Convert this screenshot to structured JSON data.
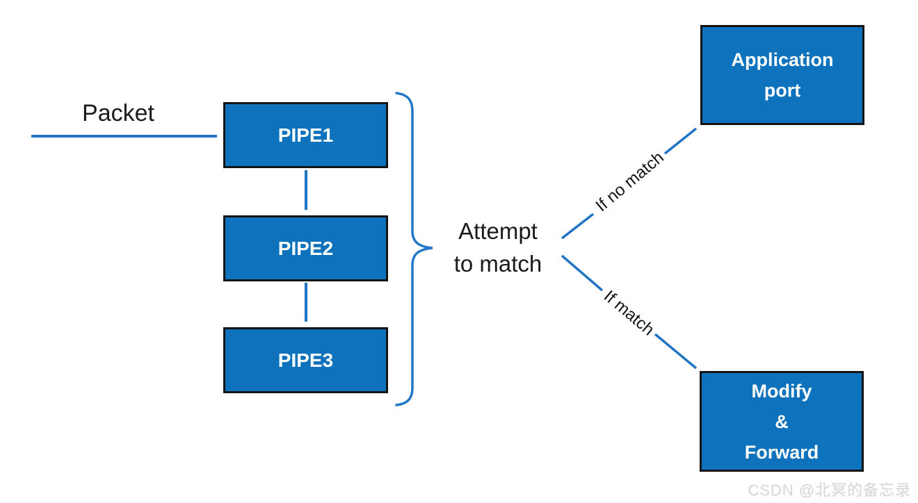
{
  "labels": {
    "packet": "Packet",
    "attempt_line1": "Attempt",
    "attempt_line2": "to match",
    "if_no_match": "If no match",
    "if_match": "If match"
  },
  "boxes": {
    "pipes": [
      {
        "label": "PIPE1"
      },
      {
        "label": "PIPE2"
      },
      {
        "label": "PIPE3"
      }
    ],
    "application_port": {
      "lines": [
        "Application",
        "port"
      ]
    },
    "modify_forward": {
      "lines": [
        "Modify",
        "&",
        "Forward"
      ]
    }
  },
  "colors": {
    "box_fill": "#0E72BC",
    "box_border": "#141414",
    "arrow": "#1F74C4",
    "brace": "#2277C8",
    "text_dark": "#1A1A1A",
    "watermark": "#D8D8D8"
  },
  "watermark": {
    "text": "CSDN @北冥的备忘录"
  }
}
